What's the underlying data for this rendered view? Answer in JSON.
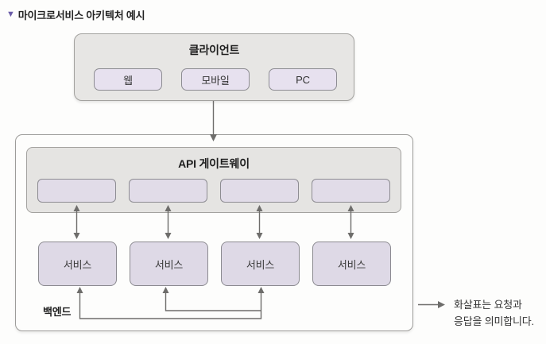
{
  "title": {
    "marker": "▼",
    "text": "마이크로서비스 아키텍처 예시"
  },
  "client": {
    "label": "클라이언트",
    "items": [
      "웹",
      "모바일",
      "PC"
    ]
  },
  "backend": {
    "label": "백엔드",
    "api_gateway": {
      "label": "API 게이트웨이",
      "slot_count": 4
    },
    "services": [
      "서비스",
      "서비스",
      "서비스",
      "서비스"
    ]
  },
  "legend": {
    "line1": "화살표는 요청과",
    "line2": "응답을 의미합니다."
  },
  "colors": {
    "bullet_accent": "#6a5ca8",
    "container_fill": "#e7e6e4",
    "node_fill": "#e1dce8",
    "service_fill": "#ded9e6",
    "line": "#6e6d6b"
  }
}
